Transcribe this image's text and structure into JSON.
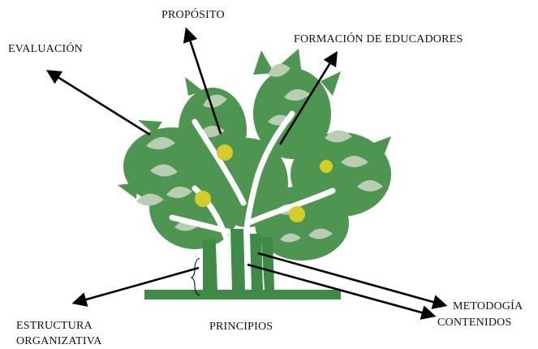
{
  "labels": {
    "proposito": "PROPÓSITO",
    "evaluacion": "EVALUACIÓN",
    "formacion": "FORMACIÓN DE EDUCADORES",
    "metodologia": "METODOGÍA",
    "contenidos": "CONTENIDOS",
    "principios": "PRINCIPIOS",
    "estructura_line1": "ESTRUCTURA",
    "estructura_line2": "ORGANIZATIVA"
  },
  "colors": {
    "tree_dark": "#3f8a46",
    "tree_mid": "#5f9e5c",
    "leaf_light": "#b9cdb3",
    "fruit": "#d3cc2a",
    "arrow": "#000000",
    "text": "#111111"
  },
  "icons": {
    "tree": "tree-illustration",
    "arrows": "arrow"
  }
}
